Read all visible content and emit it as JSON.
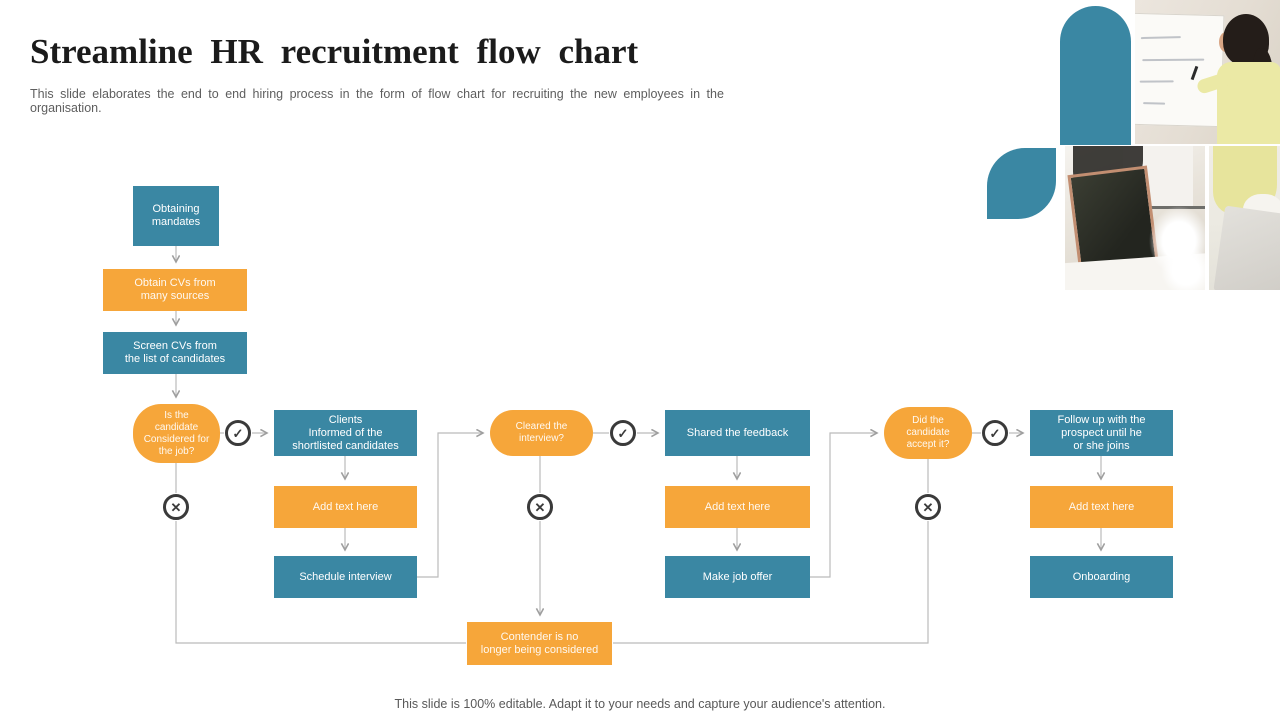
{
  "slide": {
    "title": "Streamline HR recruitment flow chart",
    "subtitle": "This slide elaborates the end to end hiring process in the form of flow chart for recruiting the new employees in the organisation.",
    "footer": "This slide is 100% editable. Adapt it to your needs and capture your audience's attention."
  },
  "palette": {
    "teal": "#3A87A3",
    "orange": "#F6A63A",
    "connector_line": "#BBBBBB",
    "arrowhead": "#9E9E9E",
    "icon_ring": "#3A3A3A",
    "title_text": "#1B1B1B",
    "muted_text": "#5E5E5E",
    "node_text": "#FFFFFF"
  },
  "icons": {
    "approve_glyph": "✓",
    "reject_glyph": "✕"
  },
  "flow": {
    "nodes": [
      {
        "id": "obtaining-mandates",
        "label": "Obtaining\nmandates"
      },
      {
        "id": "obtain-cvs",
        "label": "Obtain CVs from\nmany sources"
      },
      {
        "id": "screen-cvs",
        "label": "Screen CVs from\nthe list of candidates"
      },
      {
        "id": "decision-considered",
        "label": "Is the\ncandidate\nConsidered for\nthe job?"
      },
      {
        "id": "clients-informed",
        "label": "Clients\nInformed of the\nshortlisted candidates"
      },
      {
        "id": "add-text-1",
        "label": "Add text here"
      },
      {
        "id": "schedule-interview",
        "label": "Schedule interview"
      },
      {
        "id": "decision-cleared",
        "label": "Cleared the\ninterview?"
      },
      {
        "id": "shared-feedback",
        "label": "Shared the feedback"
      },
      {
        "id": "add-text-2",
        "label": "Add text here"
      },
      {
        "id": "make-job-offer",
        "label": "Make job offer"
      },
      {
        "id": "decision-accepted",
        "label": "Did the\ncandidate\naccept it?"
      },
      {
        "id": "follow-up",
        "label": "Follow up with the\nprospect until he\nor she joins"
      },
      {
        "id": "add-text-3",
        "label": "Add text here"
      },
      {
        "id": "onboarding",
        "label": "Onboarding"
      },
      {
        "id": "contender-rejected",
        "label": "Contender is no\nlonger being considered"
      }
    ]
  },
  "header_media": {
    "photo_1": "woman-presenting-at-whiteboard",
    "photo_2": "laptop-on-desk",
    "photo_3": "presenter-beside-desk"
  }
}
